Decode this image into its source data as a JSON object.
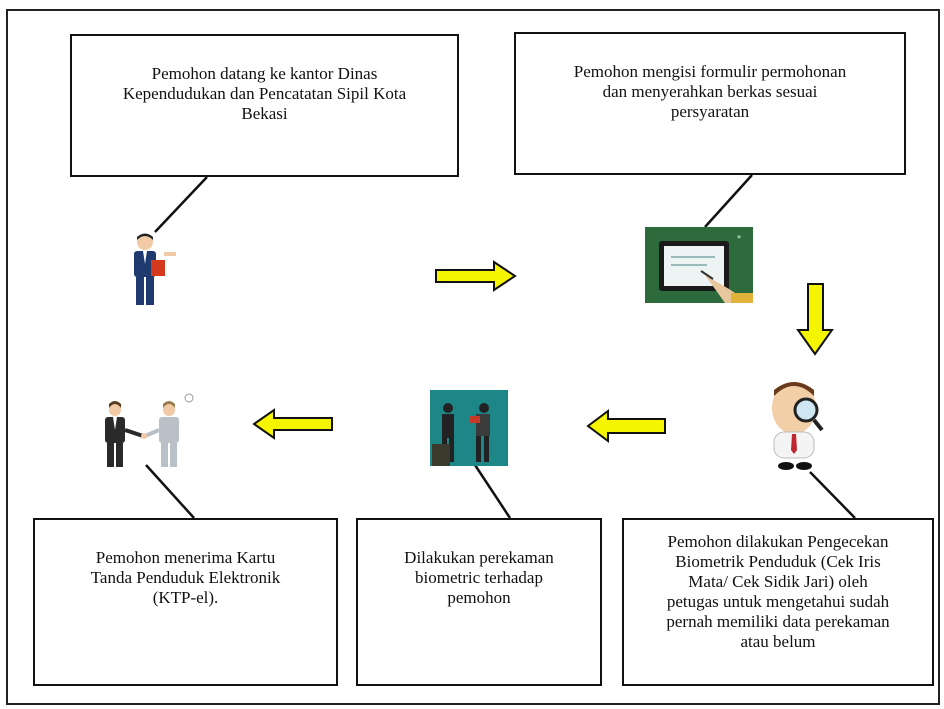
{
  "steps": [
    {
      "text": "Pemohon datang ke kantor Dinas\nKependudukan dan Pencatatan Sipil Kota\nBekasi"
    },
    {
      "text": "Pemohon mengisi formulir permohonan\ndan menyerahkan berkas sesuai\npersyaratan"
    },
    {
      "text": "Pemohon dilakukan Pengecekan\nBiometrik Penduduk (Cek Iris\nMata/ Cek Sidik Jari) oleh\npetugas untuk mengetahui sudah\npernah memiliki data perekaman\natau belum"
    },
    {
      "text": "Dilakukan perekaman\nbiometric terhadap\npemohon"
    },
    {
      "text": "Pemohon menerima Kartu\nTanda Penduduk Elektronik\n(KTP-el)."
    }
  ],
  "colors": {
    "arrow_fill": "#f5f500",
    "arrow_stroke": "#111111",
    "board": "#2e6b3c"
  },
  "icons": [
    "person-with-document-icon",
    "tablet-signing-icon",
    "inspector-magnifier-icon",
    "biometric-photography-icon",
    "handshake-icon"
  ]
}
